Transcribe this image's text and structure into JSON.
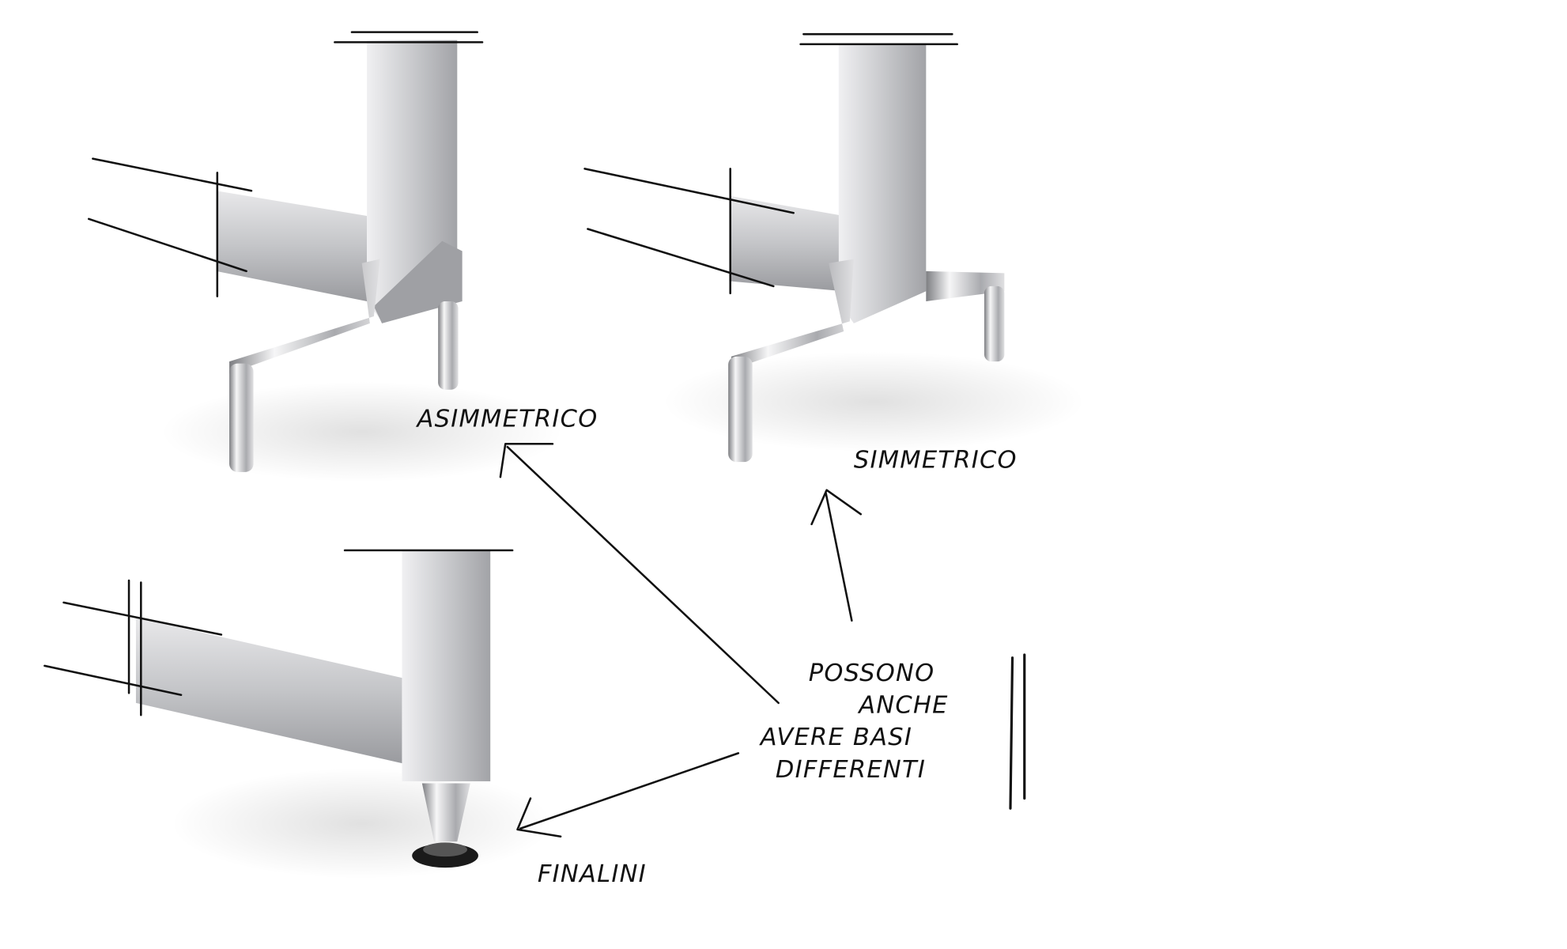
{
  "labels": {
    "asymmetric": "ASIMMETRICO",
    "symmetric": "SIMMETRICO",
    "note_lines": [
      "POSSONO",
      "ANCHE",
      "AVERE BASI",
      "DIFFERENTI"
    ],
    "feet": "FINALINI"
  },
  "colors": {
    "ink": "#111111",
    "metal_light": "#e4e4e6",
    "metal_mid": "#b9babd",
    "metal_dark": "#8c8d91"
  }
}
